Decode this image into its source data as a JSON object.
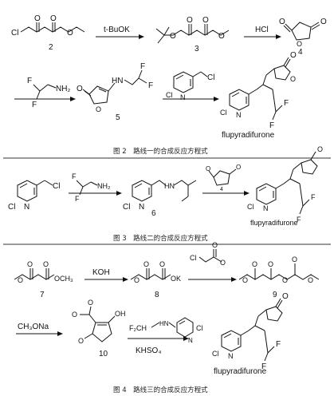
{
  "figure2": {
    "caption": "图 2　路线一的合成反应方程式",
    "atoms": {
      "cl": "Cl",
      "o": "O",
      "f": "F",
      "nh2": "NH₂",
      "hn": "HN",
      "n": "N"
    },
    "numbers": [
      "2",
      "3",
      "4",
      "5"
    ],
    "reagents": {
      "step1": "t-BuOK",
      "step2": "HCl"
    },
    "product": "flupyradifurone"
  },
  "figure3": {
    "caption": "图 3　路线二的合成反应方程式",
    "numbers": [
      "6"
    ],
    "reagent_number": "4",
    "product": "flupyradifurone"
  },
  "figure4": {
    "caption": "图 4　路线三的合成反应方程式",
    "atoms": {
      "och3": "OCH₃",
      "ok": "OK",
      "oh": "OH",
      "f2ch": "F₂CH"
    },
    "numbers": [
      "7",
      "8",
      "9",
      "10"
    ],
    "reagents": {
      "step1": "KOH",
      "step3": "CH₃ONa",
      "step4": "KHSO₄"
    },
    "product": "flupyradifurone"
  }
}
